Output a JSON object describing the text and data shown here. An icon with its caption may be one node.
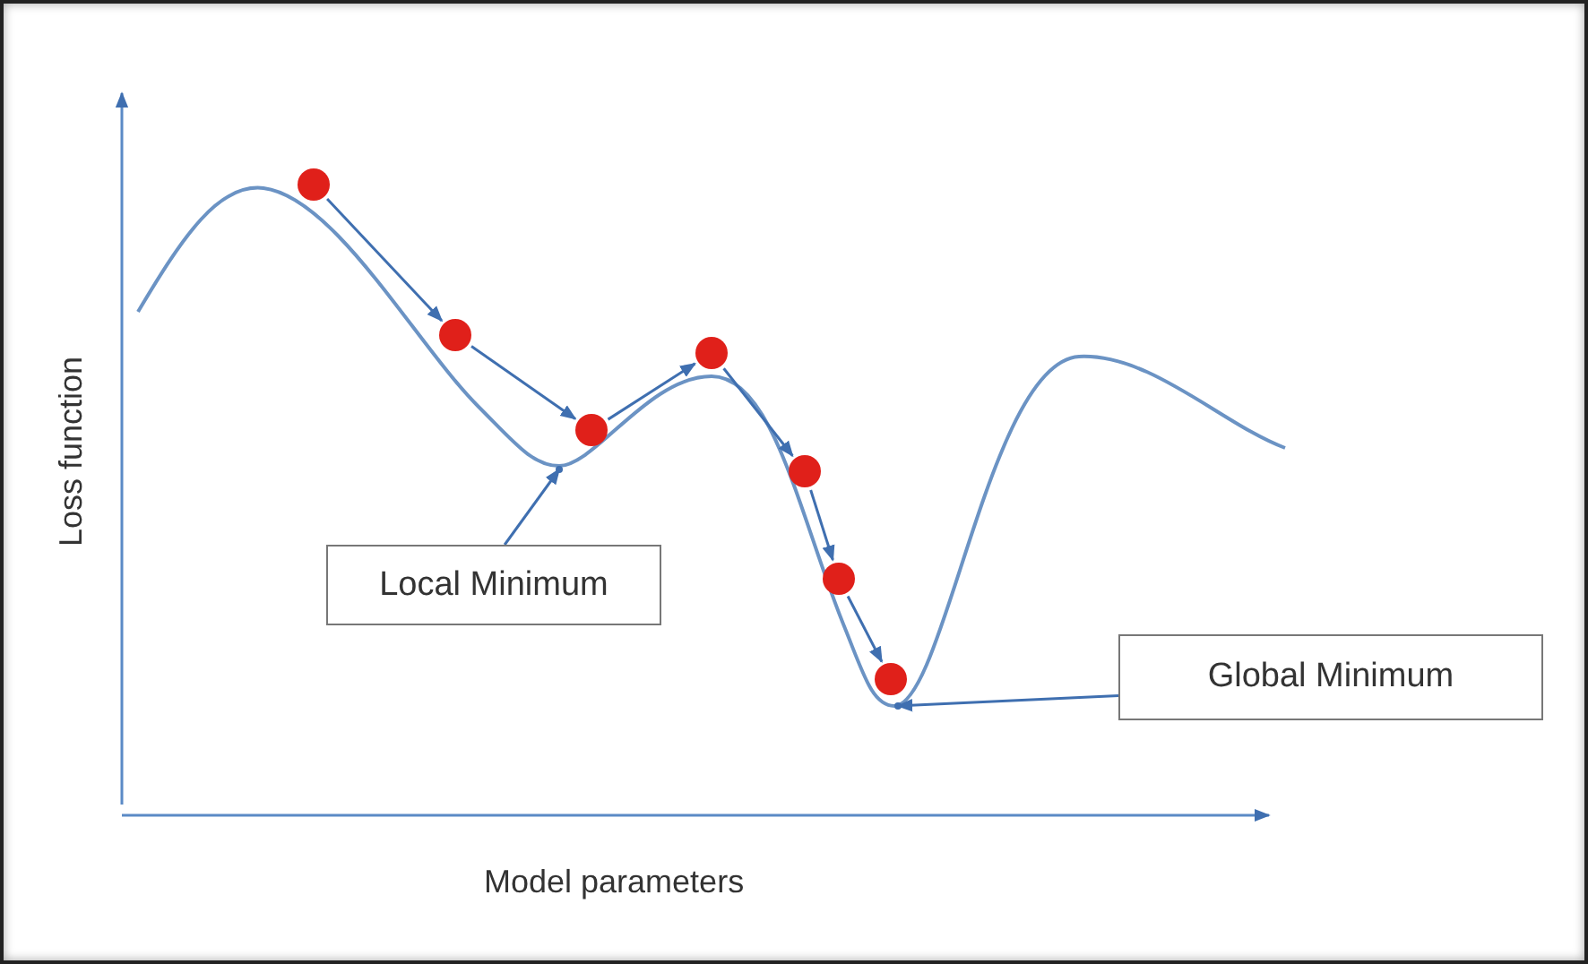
{
  "diagram": {
    "nodes": [
      {
        "text": [],
        "shape": "circle"
      },
      {
        "text": [],
        "shape": "circle"
      },
      {
        "text": [],
        "shape": "circle"
      },
      {
        "text": [],
        "shape": "circle"
      },
      {
        "text": [],
        "shape": "circle"
      },
      {
        "text": [],
        "shape": "circle"
      },
      {
        "text": [],
        "shape": "circle"
      },
      {
        "text": [
          "Local Minimum"
        ]
      },
      {
        "text": [
          "Global Minimum"
        ]
      },
      {
        "text": [],
        "shape": "point"
      },
      {
        "text": [],
        "shape": "point"
      }
    ],
    "edges": [
      {
        "from": 0,
        "to": 1,
        "arrow": "to"
      },
      {
        "from": 1,
        "to": 2,
        "arrow": "to"
      },
      {
        "from": 2,
        "to": 3,
        "arrow": "to"
      },
      {
        "from": 3,
        "to": 4,
        "arrow": "to"
      },
      {
        "from": 4,
        "to": 5,
        "arrow": "to"
      },
      {
        "from": 5,
        "to": 6,
        "arrow": "to"
      },
      {
        "from": 7,
        "to": 9,
        "arrow": "to"
      },
      {
        "from": 8,
        "to": 10,
        "arrow": "to"
      }
    ],
    "labels": [
      "Loss function",
      "Model parameters"
    ]
  }
}
